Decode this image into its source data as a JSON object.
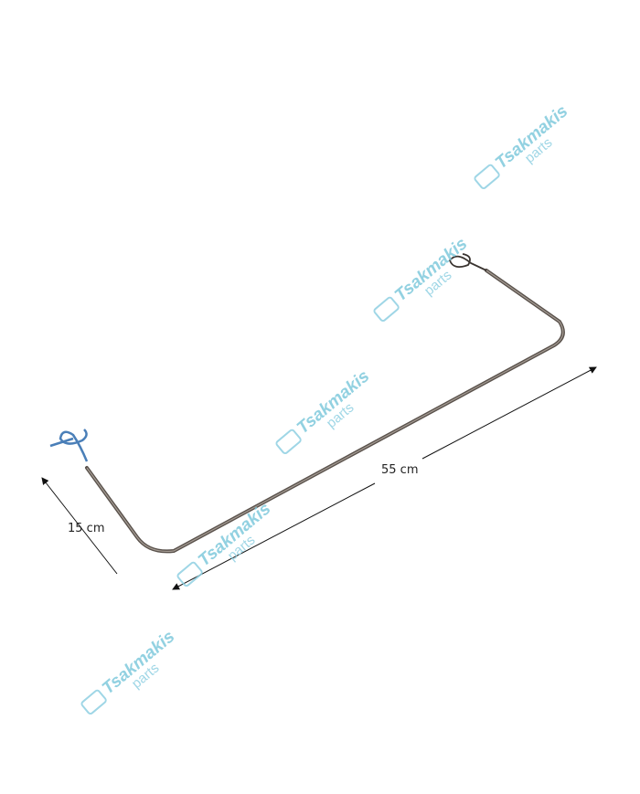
{
  "dimensions": {
    "height_label": "15 cm",
    "length_label": "55 cm"
  },
  "watermark": {
    "brand": "Tsakmakis",
    "sub": "parts"
  },
  "colors": {
    "tube": "#5a524c",
    "wire_left": "#4a7fb8",
    "watermark": "#7fc9dc"
  }
}
